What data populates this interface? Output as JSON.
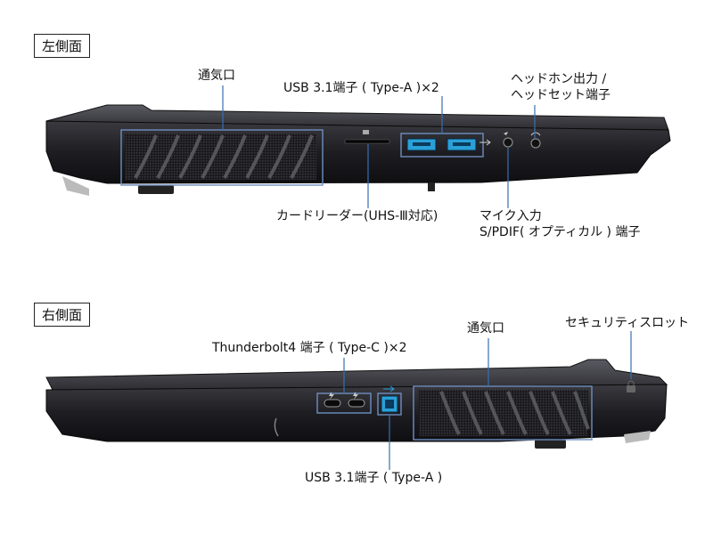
{
  "left_side": {
    "heading": "左側面",
    "labels": {
      "vent": "通気口",
      "usb": "USB 3.1端子 ( Type-A )×2",
      "headphone_line1": "ヘッドホン出力 /",
      "headphone_line2": "ヘッドセット端子",
      "card_reader": "カードリーダー(UHS-Ⅲ対応)",
      "mic_line1": "マイク入力",
      "mic_line2": "S/PDIF( オプティカル ) 端子"
    }
  },
  "right_side": {
    "heading": "右側面",
    "labels": {
      "thunderbolt": "Thunderbolt4 端子 ( Type-C )×2",
      "vent": "通気口",
      "security": "セキュリティスロット",
      "usb": "USB 3.1端子 ( Type-A )"
    }
  },
  "colors": {
    "accent": "#3a6fb0",
    "usb_port": "#2aa0d8",
    "chassis": "#2a2a2e"
  },
  "icons": [
    "usb-icon",
    "mic-icon",
    "headphone-icon",
    "thunderbolt-icon",
    "sd-card-icon",
    "lock-icon"
  ]
}
